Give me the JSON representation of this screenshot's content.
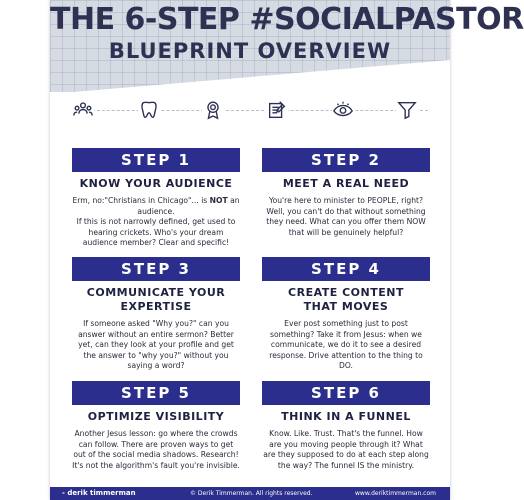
{
  "header": {
    "title_line1": "THE 6-STEP #SOCIALPASTOR",
    "title_line2": "BLUEPRINT OVERVIEW"
  },
  "icons": [
    "people-icon",
    "tooth-icon",
    "badge-icon",
    "document-icon",
    "eye-icon",
    "funnel-icon"
  ],
  "colors": {
    "accent": "#2b2e8c",
    "header_bg": "#d6dbe3",
    "title": "#2e3152"
  },
  "steps": [
    {
      "label": "STEP 1",
      "heading": "KNOW YOUR AUDIENCE",
      "body_a": "Erm, no:\"Christians in Chicago\"... is ",
      "body_b": "NOT",
      "body_c": " an audience.",
      "body_d": "If this is not narrowly defined, get used to hearing crickets. Who's your dream audience member? Clear and specific!"
    },
    {
      "label": "STEP 2",
      "heading": "MEET A REAL NEED",
      "body": "You're here to minister to PEOPLE, right? Well, you can't do that without something they need. What can you offer them NOW that will be genuinely helpful?"
    },
    {
      "label": "STEP 3",
      "heading_line1": "COMMUNICATE YOUR",
      "heading_line2": "EXPERTISE",
      "body": "If someone asked \"Why you?\" can you answer without an entire sermon? Better yet, can they look at your profile and get the answer to \"why you?\" without you saying a word?"
    },
    {
      "label": "STEP 4",
      "heading_line1": "CREATE CONTENT",
      "heading_line2": "THAT MOVES",
      "body": "Ever post something just to post something? Take it from Jesus: when we communicate, we do it to see a desired response. Drive attention to the thing to DO."
    },
    {
      "label": "STEP 5",
      "heading": "OPTIMIZE VISIBILITY",
      "body": "Another Jesus lesson: go where the crowds can follow. There are proven ways to get out of the social media shadows. Research! It's not the algorithm's fault you're invisible."
    },
    {
      "label": "STEP 6",
      "heading": "THINK IN A FUNNEL",
      "body": "Know. Like. Trust. That's the funnel. How are you moving people through it? What are they supposed to do at each step along the way? The funnel IS the ministry."
    }
  ],
  "footer": {
    "author": "- derik timmerman",
    "copyright": "© Derik Timmerman. All rights reserved.",
    "website": "www.deriktimmerman.com"
  }
}
